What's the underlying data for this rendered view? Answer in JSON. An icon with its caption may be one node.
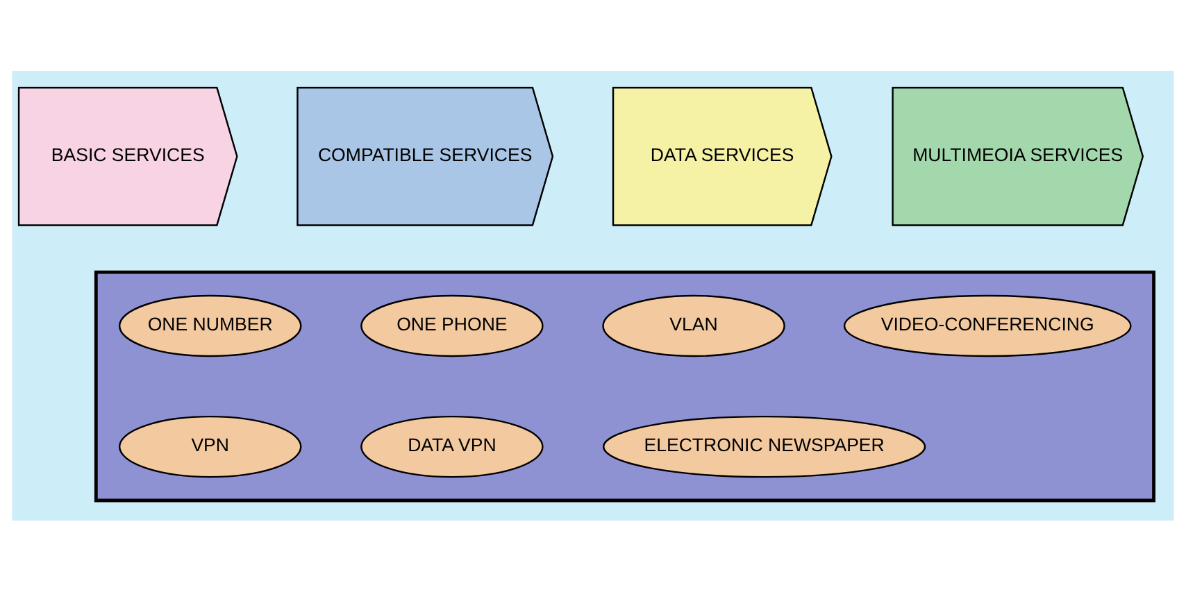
{
  "diagram": {
    "nodes": [
      {
        "text": [
          "BASIC SERVICES"
        ]
      },
      {
        "text": [
          "COMPATIBLE SERVICES"
        ]
      },
      {
        "text": [
          "DATA SERVICES"
        ]
      },
      {
        "text": [
          "MULTIMEOIA SERVICES"
        ]
      },
      {
        "text": [],
        "shape": "box"
      },
      {
        "text": [
          "ONE NUMBER"
        ],
        "in": 4
      },
      {
        "text": [
          "ONE PHONE"
        ],
        "in": 4
      },
      {
        "text": [
          "VLAN"
        ],
        "in": 4
      },
      {
        "text": [
          "VIDEO-CONFERENCING"
        ],
        "in": 4
      },
      {
        "text": [
          "VPN"
        ],
        "in": 4
      },
      {
        "text": [
          "DATA VPN"
        ],
        "in": 4
      },
      {
        "text": [
          "ELECTRONIC NEWSPAPER"
        ],
        "in": 4
      }
    ],
    "edges": []
  }
}
